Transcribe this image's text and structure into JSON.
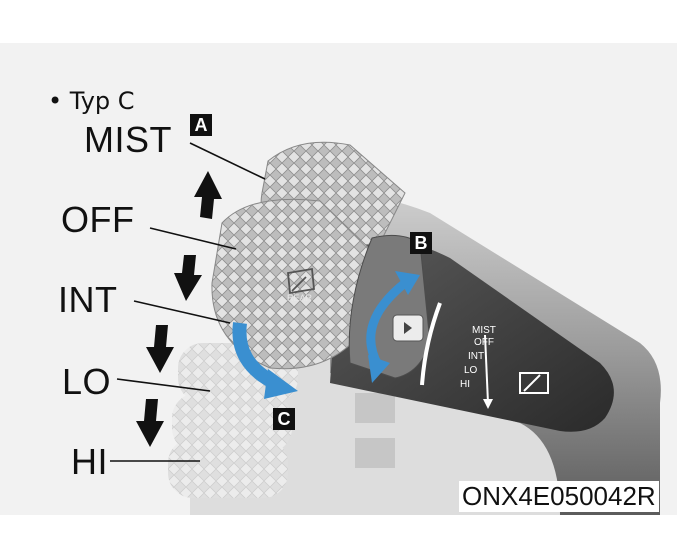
{
  "variant_label": "• Typ C",
  "positions": [
    "MIST",
    "OFF",
    "INT",
    "LO",
    "HI"
  ],
  "callouts": [
    "A",
    "B",
    "C"
  ],
  "rear_label": "REAR",
  "stalk_legend": [
    "MIST",
    "OFF",
    "INT",
    "LO",
    "HI"
  ],
  "image_code": "ONX4E050042R",
  "colors": {
    "accent": "#3a8fd0",
    "arrow": "#111111"
  }
}
